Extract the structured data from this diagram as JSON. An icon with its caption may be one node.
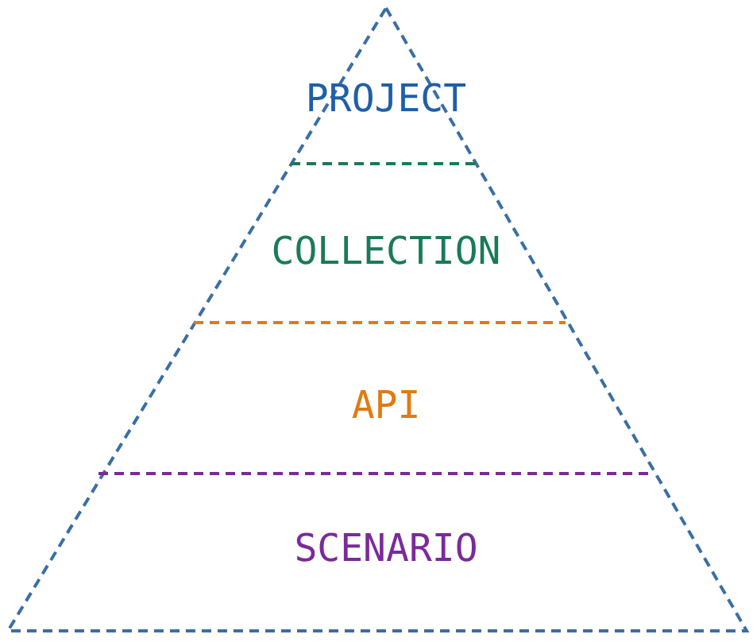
{
  "diagram": {
    "nodes": [
      {
        "text": [
          "PROJECT"
        ]
      },
      {
        "text": [
          "COLLECTION"
        ]
      },
      {
        "text": [
          "API"
        ]
      },
      {
        "text": [
          "SCENARIO"
        ]
      }
    ],
    "edges": []
  }
}
